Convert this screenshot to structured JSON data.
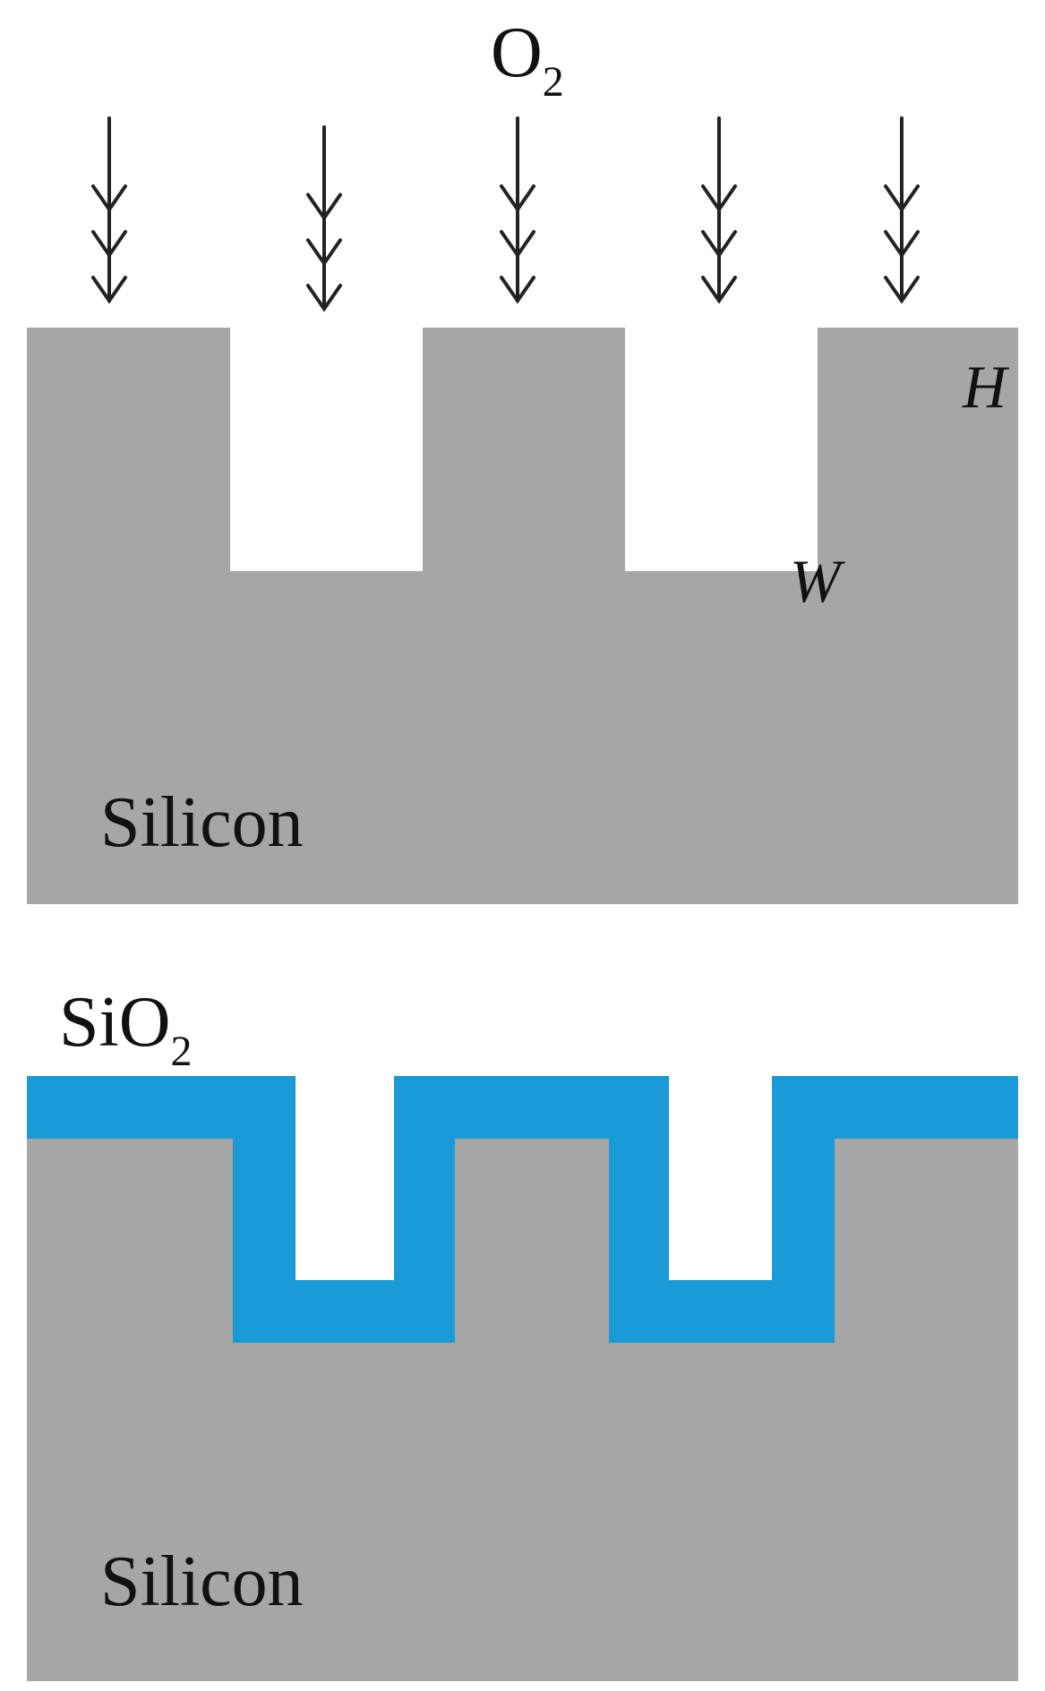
{
  "top_panel": {
    "gas_label": "O",
    "gas_subscript": "2",
    "height_label": "H",
    "width_label": "W",
    "substrate_label": "Silicon",
    "arrow_count": 5
  },
  "bottom_panel": {
    "oxide_label": "SiO",
    "oxide_subscript": "2",
    "substrate_label": "Silicon"
  },
  "colors": {
    "silicon": "#a6a6a6",
    "oxide": "#1a9ad6",
    "arrow": "#222222"
  }
}
